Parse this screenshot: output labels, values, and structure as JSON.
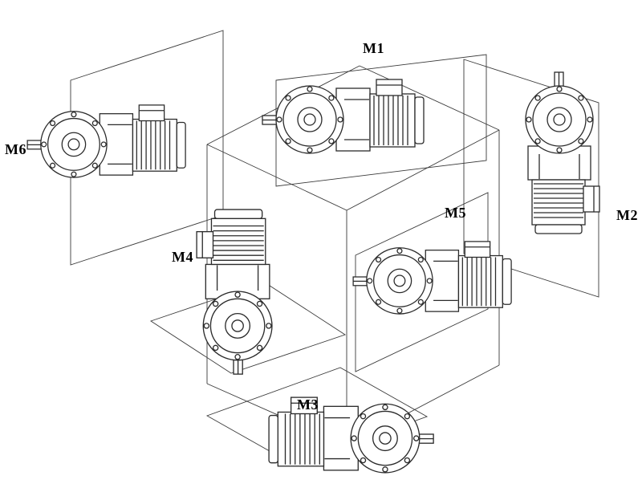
{
  "colors": {
    "background": "#ffffff",
    "line": "#2b2b2b",
    "construction_line": "#3a3a3a"
  },
  "positions": [
    {
      "label": "M1",
      "placement": "top"
    },
    {
      "label": "M2",
      "placement": "right"
    },
    {
      "label": "M3",
      "placement": "bottom"
    },
    {
      "label": "M4",
      "placement": "center-left"
    },
    {
      "label": "M5",
      "placement": "center-right"
    },
    {
      "label": "M6",
      "placement": "left"
    }
  ]
}
